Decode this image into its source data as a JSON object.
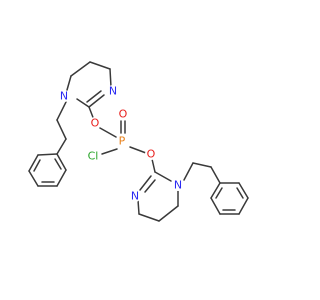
{
  "molecule": {
    "atoms": {
      "n1": {
        "symbol": "N",
        "color": "#2a2af2"
      },
      "n2": {
        "symbol": "N",
        "color": "#2a2af2"
      },
      "o1": {
        "symbol": "O",
        "color": "#e8201e"
      },
      "p": {
        "symbol": "P",
        "color": "#e8801a"
      },
      "o2": {
        "symbol": "O",
        "color": "#e8201e"
      },
      "o3": {
        "symbol": "O",
        "color": "#e8201e"
      },
      "cl": {
        "symbol": "Cl",
        "color": "#2aa52a"
      },
      "n3": {
        "symbol": "N",
        "color": "#2a2af2"
      },
      "n4": {
        "symbol": "N",
        "color": "#2a2af2"
      }
    },
    "bond_color": "#3a3a3a"
  }
}
